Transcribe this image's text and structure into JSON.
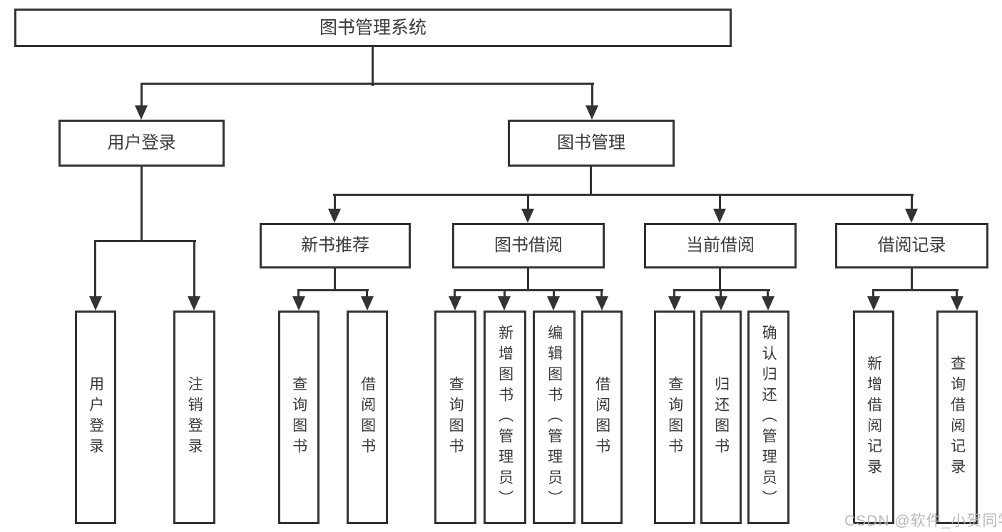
{
  "tree": {
    "label": "图书管理系统",
    "children": [
      {
        "label": "用户登录",
        "children": [
          {
            "label": "用户登录"
          },
          {
            "label": "注销登录"
          }
        ]
      },
      {
        "label": "图书管理",
        "children": [
          {
            "label": "新书推荐",
            "children": [
              {
                "label": "查询图书"
              },
              {
                "label": "借阅图书"
              }
            ]
          },
          {
            "label": "图书借阅",
            "children": [
              {
                "label": "查询图书"
              },
              {
                "label": "新增图书（管理员）"
              },
              {
                "label": "编辑图书（管理员）"
              },
              {
                "label": "借阅图书"
              }
            ]
          },
          {
            "label": "当前借阅",
            "children": [
              {
                "label": "查询图书"
              },
              {
                "label": "归还图书"
              },
              {
                "label": "确认归还（管理员）"
              }
            ]
          },
          {
            "label": "借阅记录",
            "children": [
              {
                "label": "新增借阅记录"
              },
              {
                "label": "查询借阅记录"
              }
            ]
          }
        ]
      }
    ]
  },
  "watermark": {
    "text": "CSDN @软件_小贺同学"
  },
  "colors": {
    "line": "#333333",
    "box_border": "#333333",
    "box_fill": "#ffffff",
    "text": "#3a3a3a",
    "watermark": "#b0b4b9",
    "background": "#ffffff"
  }
}
